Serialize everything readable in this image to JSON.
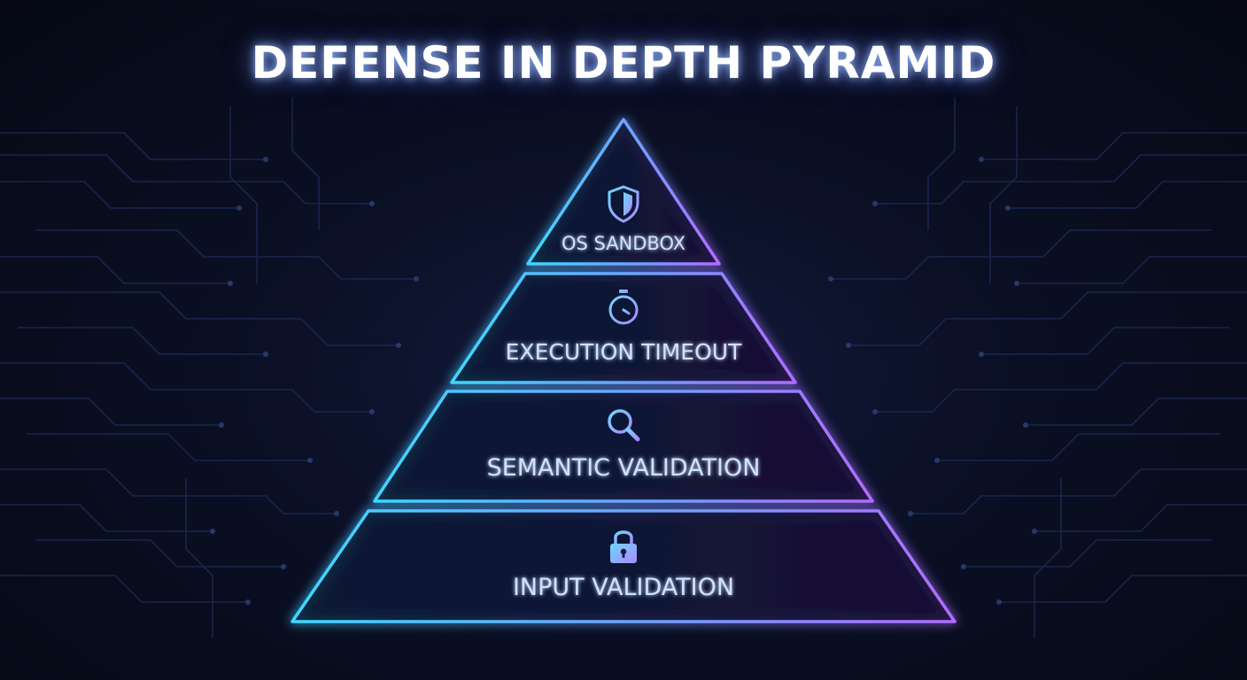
{
  "title": "DEFENSE IN DEPTH PYRAMID",
  "colors": {
    "background": "#070b18",
    "accent_cyan": "#3fd8ff",
    "accent_purple": "#b06cff",
    "title": "#ffffff",
    "label": "#cfe2ff"
  },
  "tiers": [
    {
      "label": "OS SANDBOX",
      "icon": "shield-icon"
    },
    {
      "label": "EXECUTION TIMEOUT",
      "icon": "stopwatch-icon"
    },
    {
      "label": "SEMANTIC VALIDATION",
      "icon": "magnifier-icon"
    },
    {
      "label": "INPUT VALIDATION",
      "icon": "padlock-icon"
    }
  ]
}
